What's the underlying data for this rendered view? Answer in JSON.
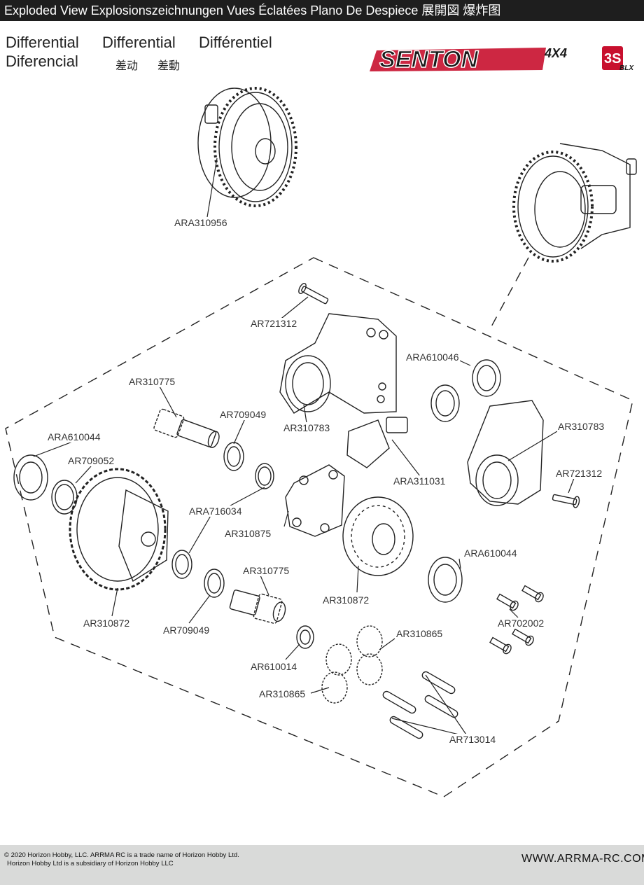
{
  "header": {
    "bar_text": "Exploded View  Explosionszeichnungen  Vues Éclatées  Plano De Despiece 展開図  爆炸图"
  },
  "titles": {
    "en": "Differential",
    "de": "Differential",
    "fr": "Différentiel",
    "es": "Diferencial",
    "ja": "差动",
    "zh": "差動"
  },
  "logo": {
    "brand": "SENTON",
    "badge": "4X4",
    "power": "3S",
    "power_sub": "BLX",
    "colors": {
      "red": "#c8102e",
      "dark": "#1a1a1a"
    }
  },
  "parts": {
    "ara310956": "ARA310956",
    "ar721312_top": "AR721312",
    "ara610046": "ARA610046",
    "ar310775_top": "AR310775",
    "ar709049_top": "AR709049",
    "ar310783_left": "AR310783",
    "ar310783_right": "AR310783",
    "ara610044_left": "ARA610044",
    "ar709052": "AR709052",
    "ara311031": "ARA311031",
    "ar721312_right": "AR721312",
    "ara716034": "ARA716034",
    "ar310875": "AR310875",
    "ara610044_right": "ARA610044",
    "ar310775_bottom": "AR310775",
    "ar310872_right": "AR310872",
    "ar702002": "AR702002",
    "ar310872_left": "AR310872",
    "ar709049_bottom": "AR709049",
    "ar310865_right": "AR310865",
    "ar610014": "AR610014",
    "ar310865_left": "AR310865",
    "ar713014": "AR713014"
  },
  "footer": {
    "copyright_line1": "© 2020  Horizon Hobby, LLC. ARRMA RC is a trade name of Horizon Hobby Ltd.",
    "copyright_line2": "Horizon Hobby Ltd is a subsidiary of Horizon Hobby LLC",
    "website": "WWW.ARRMA-RC.COM"
  }
}
